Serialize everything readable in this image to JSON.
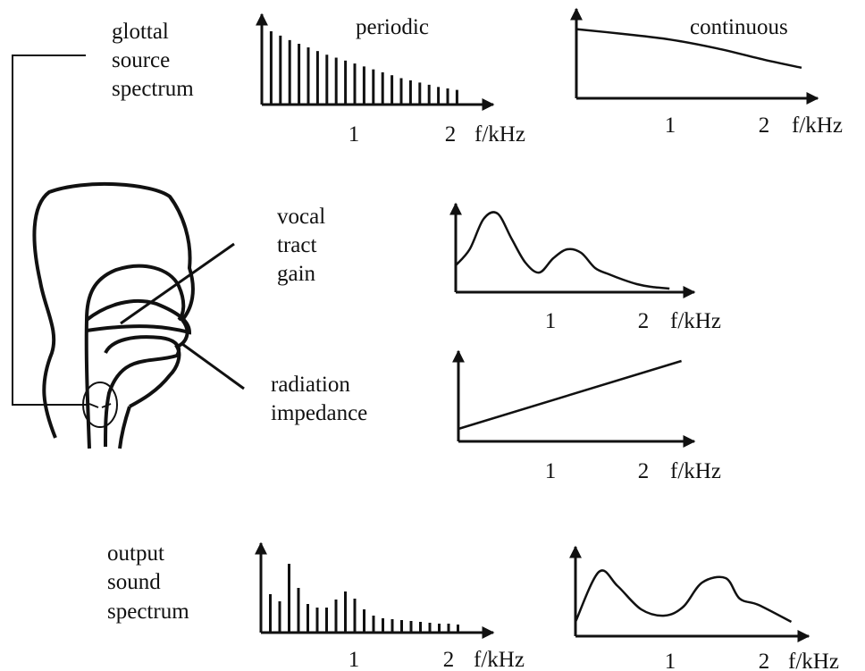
{
  "colors": {
    "ink": "#111111",
    "background": "#ffffff"
  },
  "labels": {
    "glottal_source": [
      "glottal",
      "source",
      "spectrum"
    ],
    "vocal_tract": [
      "vocal",
      "tract",
      "gain"
    ],
    "radiation": [
      "radiation",
      "impedance"
    ],
    "output": [
      "output",
      "sound",
      "spectrum"
    ]
  },
  "axis": {
    "unit": "f/kHz",
    "tick1": "1",
    "tick2": "2"
  },
  "chart_data": [
    {
      "id": "glottal-periodic",
      "type": "bar",
      "title": "periodic",
      "xlabel": "f/kHz",
      "x_ticks": [
        "1",
        "2"
      ],
      "x": [
        0.1,
        0.2,
        0.3,
        0.4,
        0.5,
        0.6,
        0.7,
        0.8,
        0.9,
        1.0,
        1.1,
        1.2,
        1.3,
        1.4,
        1.5,
        1.6,
        1.7,
        1.8,
        1.9,
        2.0,
        2.1
      ],
      "values": [
        1.0,
        0.94,
        0.88,
        0.83,
        0.78,
        0.73,
        0.68,
        0.64,
        0.6,
        0.56,
        0.52,
        0.48,
        0.44,
        0.4,
        0.36,
        0.33,
        0.3,
        0.27,
        0.24,
        0.22,
        0.2
      ]
    },
    {
      "id": "glottal-continuous",
      "type": "line",
      "title": "continuous",
      "xlabel": "f/kHz",
      "x_ticks": [
        "1",
        "2"
      ],
      "x": [
        0.0,
        0.5,
        1.0,
        1.5,
        2.0,
        2.4
      ],
      "values": [
        0.86,
        0.8,
        0.73,
        0.62,
        0.48,
        0.38
      ]
    },
    {
      "id": "vocal-tract-gain",
      "type": "line",
      "xlabel": "f/kHz",
      "x_ticks": [
        "1",
        "2"
      ],
      "x": [
        0.0,
        0.15,
        0.3,
        0.45,
        0.6,
        0.75,
        0.9,
        1.05,
        1.2,
        1.35,
        1.5,
        1.65,
        1.8,
        1.95,
        2.1,
        2.3
      ],
      "values": [
        0.3,
        0.48,
        0.82,
        0.88,
        0.6,
        0.33,
        0.22,
        0.38,
        0.48,
        0.44,
        0.27,
        0.2,
        0.14,
        0.09,
        0.06,
        0.04
      ]
    },
    {
      "id": "radiation-impedance",
      "type": "line",
      "xlabel": "f/kHz",
      "x_ticks": [
        "1",
        "2"
      ],
      "x": [
        0.0,
        2.4
      ],
      "values": [
        0.14,
        0.9
      ]
    },
    {
      "id": "output-periodic",
      "type": "bar",
      "xlabel": "f/kHz",
      "x_ticks": [
        "1",
        "2"
      ],
      "x": [
        0.1,
        0.2,
        0.3,
        0.4,
        0.5,
        0.6,
        0.7,
        0.8,
        0.9,
        1.0,
        1.1,
        1.2,
        1.3,
        1.4,
        1.5,
        1.6,
        1.7,
        1.8,
        1.9,
        2.0,
        2.1
      ],
      "values": [
        0.43,
        0.35,
        0.77,
        0.5,
        0.32,
        0.28,
        0.28,
        0.37,
        0.46,
        0.38,
        0.26,
        0.19,
        0.16,
        0.15,
        0.14,
        0.13,
        0.12,
        0.11,
        0.1,
        0.1,
        0.09
      ]
    },
    {
      "id": "output-continuous",
      "type": "line",
      "xlabel": "f/kHz",
      "x_ticks": [
        "1",
        "2"
      ],
      "x": [
        0.0,
        0.25,
        0.45,
        0.7,
        0.95,
        1.15,
        1.35,
        1.6,
        1.75,
        1.95,
        2.3
      ],
      "values": [
        0.16,
        0.72,
        0.56,
        0.3,
        0.23,
        0.33,
        0.6,
        0.65,
        0.42,
        0.35,
        0.16
      ]
    }
  ]
}
